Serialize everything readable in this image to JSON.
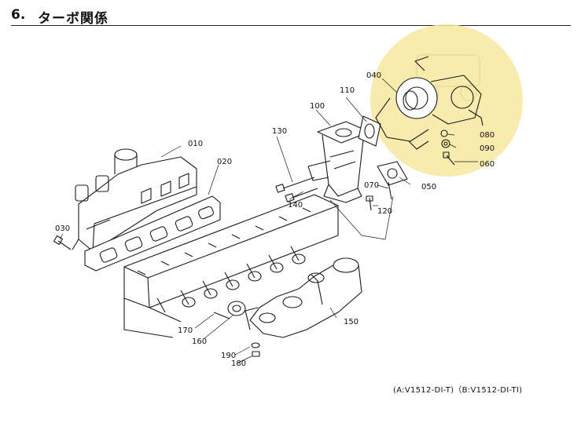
{
  "section": {
    "number": "6.",
    "title": "ターボ関係"
  },
  "parts": [
    {
      "id": "010",
      "label": "010"
    },
    {
      "id": "020",
      "label": "020"
    },
    {
      "id": "030",
      "label": "030"
    },
    {
      "id": "040",
      "label": "040"
    },
    {
      "id": "050",
      "label": "050"
    },
    {
      "id": "060",
      "label": "060"
    },
    {
      "id": "070",
      "label": "070"
    },
    {
      "id": "080",
      "label": "080"
    },
    {
      "id": "090",
      "label": "090"
    },
    {
      "id": "100",
      "label": "100"
    },
    {
      "id": "110",
      "label": "110"
    },
    {
      "id": "120",
      "label": "120"
    },
    {
      "id": "130",
      "label": "130"
    },
    {
      "id": "140",
      "label": "140"
    },
    {
      "id": "150",
      "label": "150"
    },
    {
      "id": "160",
      "label": "160"
    },
    {
      "id": "170",
      "label": "170"
    },
    {
      "id": "180",
      "label": "180"
    },
    {
      "id": "190",
      "label": "190"
    }
  ],
  "footer": {
    "models": "(A:V1512-DI-T)（B:V1512-DI-TI)"
  },
  "colors": {
    "line": "#1a1a1a",
    "watermark": "#f6e9a0"
  }
}
